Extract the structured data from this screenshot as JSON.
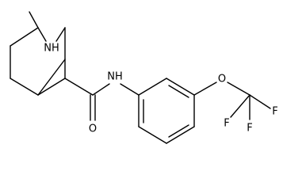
{
  "molecule": {
    "atoms": {
      "ring_n": "NH",
      "amide_n": "NH",
      "carbonyl_o": "O",
      "ether_o": "O",
      "f_top": "F",
      "f_right": "F",
      "f_bottom": "F"
    },
    "colors": {
      "bond": "#000000",
      "label": "#000000",
      "background": "#ffffff"
    }
  }
}
